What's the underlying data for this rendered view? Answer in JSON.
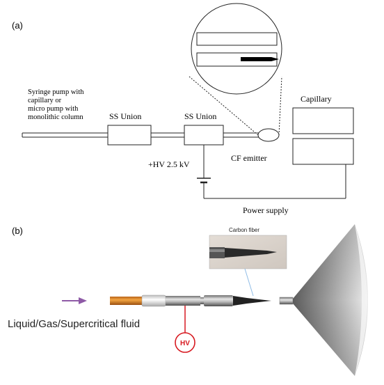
{
  "panel_a": {
    "label": "(a)",
    "source_label_lines": [
      "Syringe  pump with",
      "capillary or",
      "micro pump with",
      "monolithic column"
    ],
    "union1_label": "SS Union",
    "union2_label": "SS Union",
    "hv_label": "+HV 2.5 kV",
    "emitter_label": "CF emitter",
    "capillary_label": "Capillary",
    "power_label": "Power supply"
  },
  "panel_b": {
    "label": "(b)",
    "carbon_fiber_label": "Carbon fiber",
    "fluid_label": "Liquid/Gas/Supercritical fluid",
    "hv_label": "HV",
    "colors": {
      "arrow": "#8e5aa6",
      "hv": "#d71920",
      "tube": "#e08a1e"
    }
  }
}
